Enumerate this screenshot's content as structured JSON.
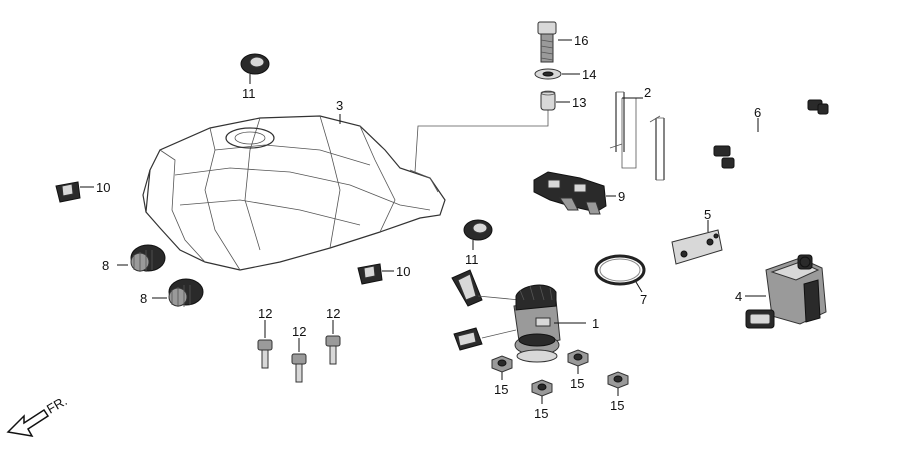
{
  "labels": {
    "p1": "1",
    "p2": "2",
    "p3": "3",
    "p4": "4",
    "p5": "5",
    "p6": "6",
    "p7": "7",
    "p8a": "8",
    "p8b": "8",
    "p9": "9",
    "p10a": "10",
    "p10b": "10",
    "p11a": "11",
    "p11b": "11",
    "p12a": "12",
    "p12b": "12",
    "p12c": "12",
    "p13": "13",
    "p14": "14",
    "p15a": "15",
    "p15b": "15",
    "p15c": "15",
    "p15d": "15",
    "p16": "16"
  },
  "direction_marker": "FR."
}
